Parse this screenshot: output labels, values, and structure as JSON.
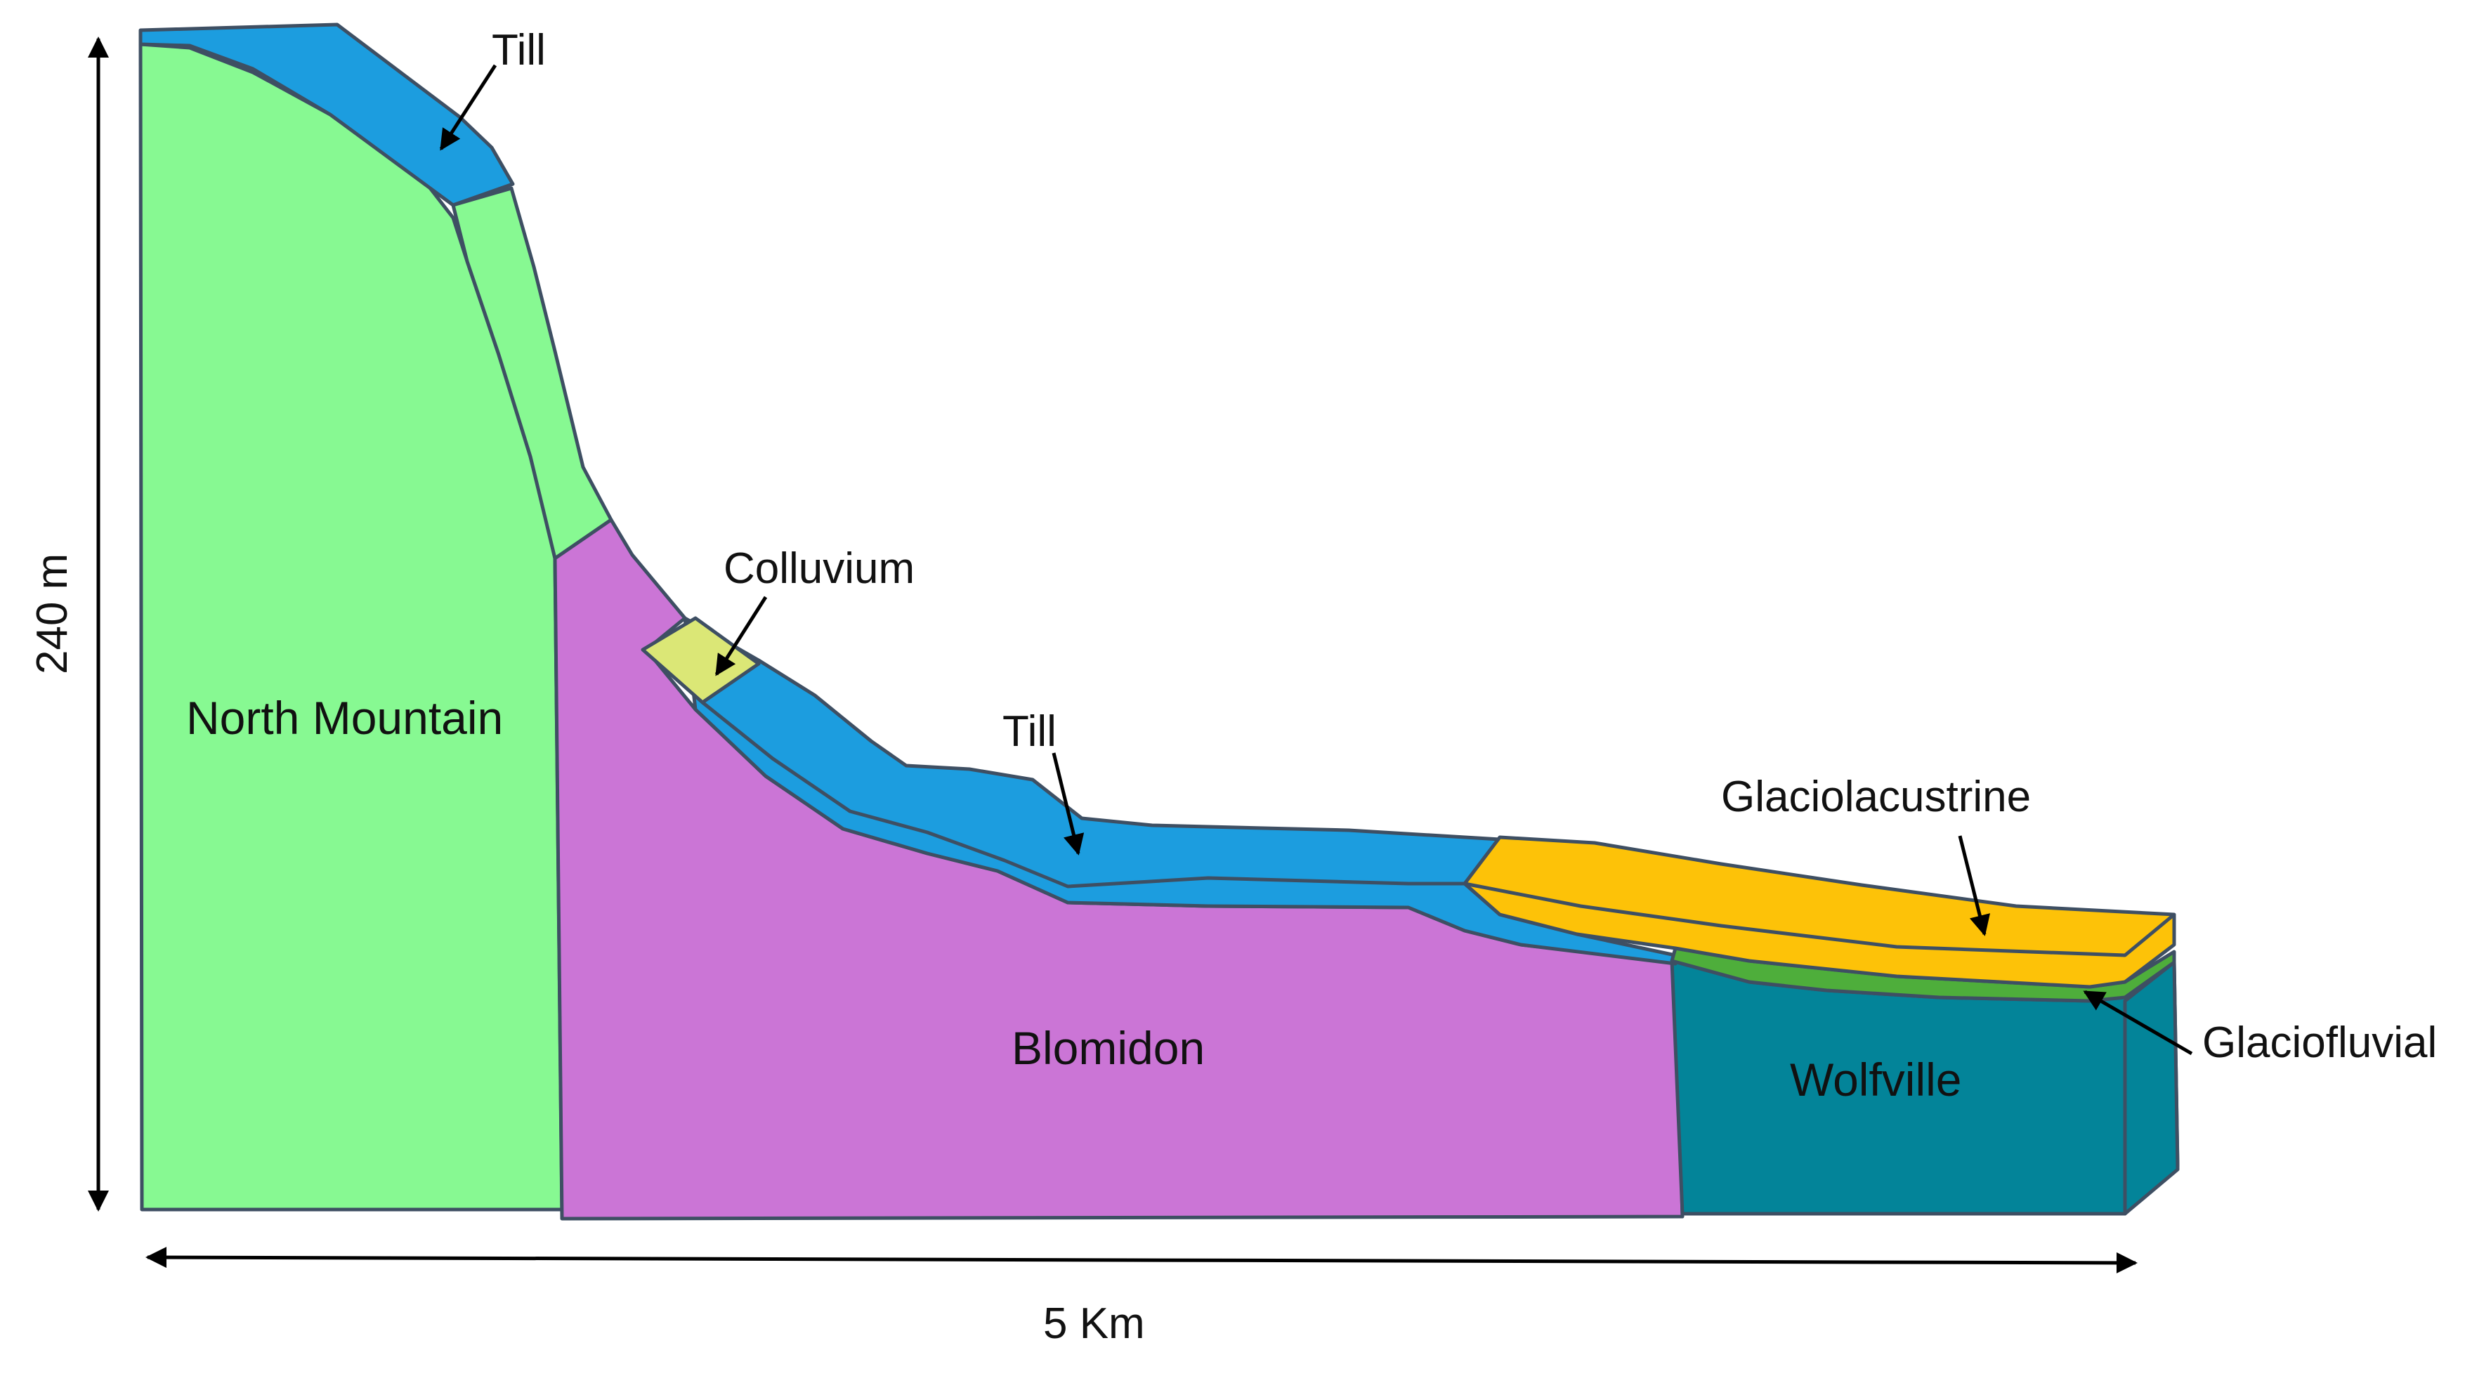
{
  "labels": {
    "till_top": "Till",
    "colluvium": "Colluvium",
    "till_mid": "Till",
    "glaciolacustrine": "Glaciolacustrine",
    "glaciofluvial": "Glaciofluvial",
    "north_mountain": "North Mountain",
    "blomidon": "Blomidon",
    "wolfville": "Wolfville"
  },
  "scale": {
    "vertical": "240 m",
    "horizontal": "5 Km"
  },
  "colors": {
    "north_mountain": "#87f992",
    "blomidon": "#cb75d6",
    "wolfville": "#038499",
    "till": "#1c9ddf",
    "colluvium": "#dbe776",
    "glaciolacustrine": "#fdc208",
    "glaciofluvial": "#4eae3b",
    "outline": "#3e4f63"
  }
}
